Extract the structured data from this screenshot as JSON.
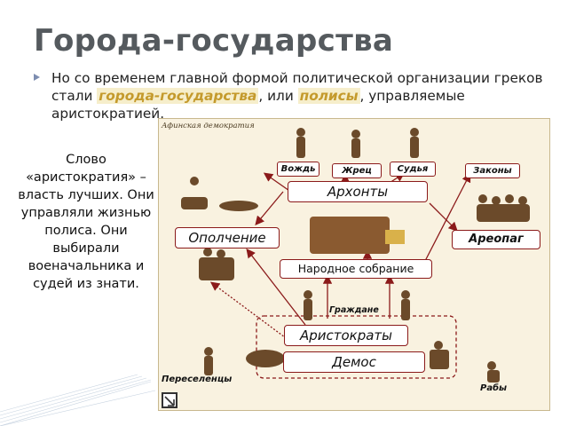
{
  "slide": {
    "title": "Города-государства",
    "bullet": {
      "part1": "Но со временем главной формой политической организации греков стали ",
      "highlight1": "города-государства",
      "part2": ", или ",
      "highlight2": "полисы",
      "part3": ", управляемые аристократией."
    },
    "side_note": "Слово «аристократия» – власть лучших. Они управляли жизнью полиса. Они выбирали военачальника и судей из знати."
  },
  "diagram": {
    "caption": "Афинская демократия",
    "labels": {
      "leader": "Вождь",
      "priest": "Жрец",
      "judge": "Судья",
      "laws": "Законы",
      "archons": "Архонты",
      "militia": "Ополчение",
      "areopagus": "Ареопаг",
      "assembly": "Народное собрание",
      "citizens": "Граждане",
      "aristocrats": "Аристократы",
      "demos": "Демос",
      "settlers": "Переселенцы",
      "slaves": "Рабы"
    },
    "colors": {
      "label_border": "#8b1a1a",
      "arrow": "#8b1a1a",
      "background": "#f9f2e0"
    }
  }
}
